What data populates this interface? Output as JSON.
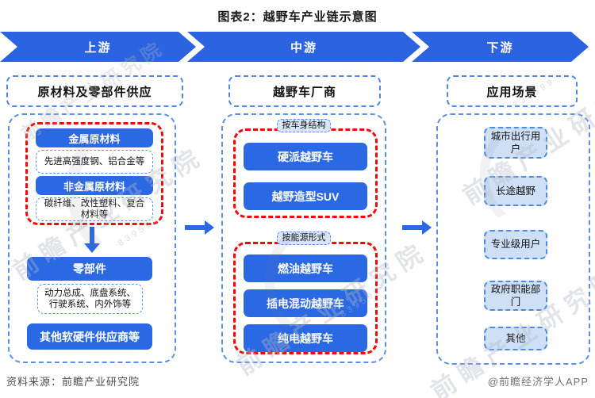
{
  "title": "图表2：越野车产业链示意图",
  "banners": [
    {
      "label": "上游"
    },
    {
      "label": "中游"
    },
    {
      "label": "下游"
    }
  ],
  "columns": {
    "upstream": {
      "header": "原材料及零部件供应",
      "red_group": [
        {
          "button": "金属原材料",
          "desc": "先进高强度钢、铝合金等"
        },
        {
          "button": "非金属原材料",
          "desc": "碳纤维、改性塑料、复合材料等"
        }
      ],
      "parts_button": "零部件",
      "parts_desc": "动力总成、底盘系统、行驶系统、内外饰等",
      "other_button": "其他软硬件供应商等"
    },
    "midstream": {
      "header": "越野车厂商",
      "groups": [
        {
          "label": "按车身结构",
          "buttons": [
            "硬派越野车",
            "越野造型SUV"
          ]
        },
        {
          "label": "按能源形式",
          "buttons": [
            "燃油越野车",
            "插电混动越野车",
            "纯电越野车"
          ]
        }
      ]
    },
    "downstream": {
      "header": "应用场景",
      "items": [
        "城市出行用户",
        "长途越野",
        "专业级用户",
        "政府职能部门",
        "其他"
      ]
    }
  },
  "footer": {
    "source": "资料来源：前瞻产业研究院",
    "credit": "@前瞻经济学人APP"
  },
  "watermark": {
    "text": "前瞻产业研究院",
    "digits": "839599",
    "logo_glyph": "（"
  },
  "colors": {
    "primary_blue": "#2b68e4",
    "banner_blue": "#2b63e0",
    "red_dash": "#f10a0a",
    "dashed_blue": "#5b8fe8",
    "light_blue_fill": "#cfe0f6",
    "chip_fill": "#d9e6f8"
  }
}
